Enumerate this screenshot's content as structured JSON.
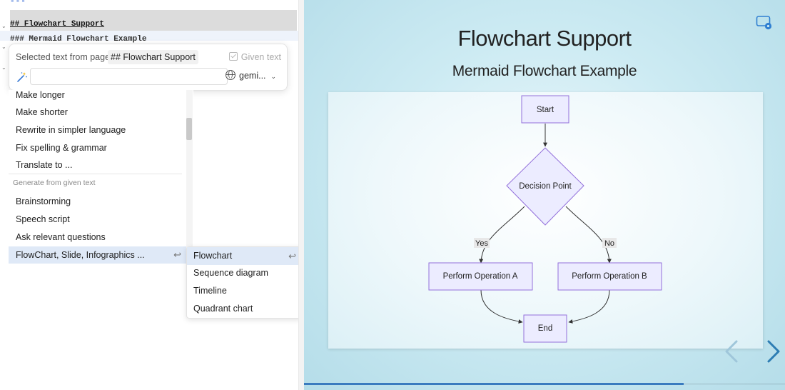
{
  "editor": {
    "lines": {
      "dashes": "---",
      "h2": "## Flowchart Support",
      "h3_partial": "### Mermaid Flowchart Example"
    }
  },
  "ai_popup": {
    "selected_label": "Selected text from page",
    "selected_chip": "## Flowchart Support",
    "given_text_label": "Given text",
    "prompt_value": "",
    "prompt_placeholder": "",
    "model_label": "gemi..."
  },
  "menu": {
    "items_top": [
      "Make longer",
      "Make shorter",
      "Rewrite in simpler language",
      "Fix spelling & grammar",
      "Translate to ..."
    ],
    "section_label": "Generate from given text",
    "items_bottom": [
      "Brainstorming",
      "Speech script",
      "Ask relevant questions",
      "FlowChart, Slide, Infographics ..."
    ],
    "enter_glyph": "↩"
  },
  "submenu": {
    "items": [
      "Flowchart",
      "Sequence diagram",
      "Timeline",
      "Quadrant chart"
    ],
    "enter_glyph": "↩"
  },
  "preview": {
    "title": "Flowchart Support",
    "subtitle": "Mermaid Flowchart Example",
    "progress_fraction": 0.79,
    "diagram": {
      "nodes": {
        "start": "Start",
        "decision": "Decision Point",
        "op_a": "Perform Operation A",
        "op_b": "Perform Operation B",
        "end": "End"
      },
      "edges": {
        "yes": "Yes",
        "no": "No"
      },
      "colors": {
        "node_fill": "#ECECFF",
        "node_stroke": "#9370DB",
        "edge": "#333333"
      }
    }
  }
}
